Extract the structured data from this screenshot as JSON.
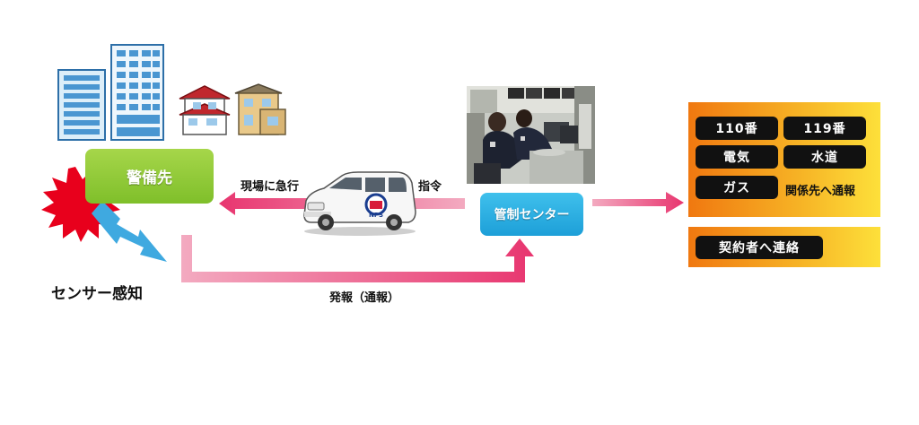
{
  "nodes": {
    "guard_site": "警備先",
    "control_center": "管制センター"
  },
  "labels": {
    "sensor_detect": "センサー感知",
    "rush_to_site": "現場に急行",
    "command": "指令",
    "report": "発報（通報）"
  },
  "notify_panel": {
    "items": [
      "110番",
      "119番",
      "電気",
      "水道",
      "ガス"
    ],
    "note": "関係先へ通報"
  },
  "contract_panel": {
    "item": "契約者へ連絡"
  },
  "car_logo": "NPS",
  "colors": {
    "arrow_pink": "#e94a7b",
    "guard_green": "#8cc63f",
    "center_blue": "#29aae2",
    "panel_orange": "#f39c12",
    "burst_red": "#e8001c",
    "lightning_blue": "#3fa9e0"
  }
}
